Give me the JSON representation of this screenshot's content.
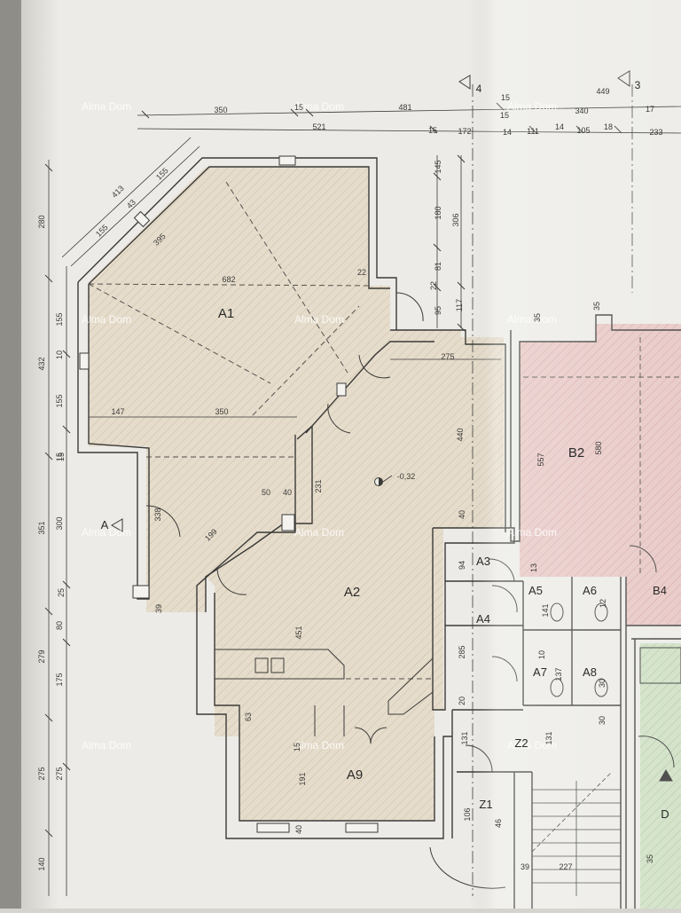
{
  "colors": {
    "paper": "#ecebe7",
    "apartment_a": "#e6dccb",
    "apartment_b": "#e7c7c4",
    "apartment_d": "#cfe0c4",
    "wall": "#e9e7e2",
    "line": "#3a3a38",
    "watermark": "#ffffff"
  },
  "watermark": "Alma Dom",
  "axes": {
    "axis4": "4",
    "axis3": "3"
  },
  "rooms": {
    "A1": "A1",
    "A2": "A2",
    "A3": "A3",
    "A4": "A4",
    "A5": "A5",
    "A6": "A6",
    "A7": "A7",
    "A8": "A8",
    "A9": "A9",
    "B2": "B2",
    "B4": "B4",
    "Z1": "Z1",
    "Z2": "Z2",
    "D": "D",
    "section": "A"
  },
  "level": "-0,32",
  "dimensions": {
    "top1": [
      "350",
      "15",
      "481",
      "15",
      "449"
    ],
    "top2": [
      "521",
      "15",
      "172",
      "14",
      "111",
      "14",
      "105",
      "18",
      "233",
      "15",
      "340",
      "17"
    ],
    "left_outer": [
      "280",
      "432",
      "351",
      "279",
      "275",
      "140"
    ],
    "left_inner": [
      "155",
      "155",
      "300",
      "175",
      "275",
      "80",
      "10",
      "15"
    ],
    "diagonal": [
      "413",
      "155",
      "155",
      "43",
      "395",
      "199",
      "50",
      "40"
    ],
    "inner": [
      "682",
      "22",
      "147",
      "350",
      "275",
      "440",
      "231",
      "338",
      "40",
      "451",
      "94",
      "13",
      "285",
      "20",
      "141",
      "10",
      "137",
      "12",
      "131",
      "131",
      "191",
      "15",
      "63",
      "30",
      "30",
      "557",
      "580",
      "106",
      "39",
      "46",
      "227",
      "35",
      "35",
      "35",
      "39",
      "25",
      "15",
      "40"
    ],
    "right_col": [
      "145",
      "180",
      "306",
      "22",
      "81",
      "117",
      "95"
    ]
  }
}
